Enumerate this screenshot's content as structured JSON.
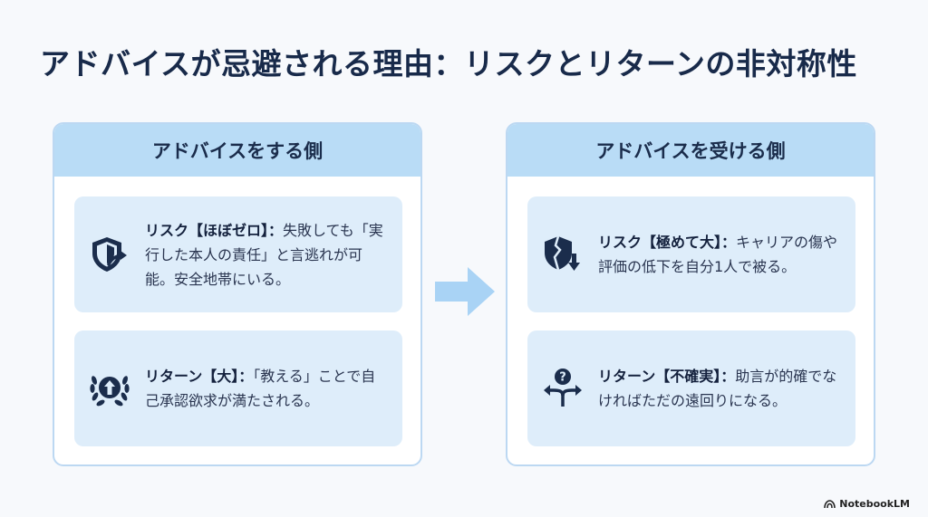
{
  "title": "アドバイスが忌避される理由：リスクとリターンの非対称性",
  "left_panel": {
    "header": "アドバイスをする側",
    "risk": {
      "label": "リスク【ほぼゼロ】",
      "sep": "：",
      "body": "失敗しても「実行した本人の責任」と言逃れが可能。安全地帯にいる。",
      "icon": "shield-arrow-icon"
    },
    "return": {
      "label": "リターン【大】",
      "sep": "：",
      "body": "「教える」ことで自己承認欲求が満たされる。",
      "icon": "laurel-up-arrow-icon"
    }
  },
  "right_panel": {
    "header": "アドバイスを受ける側",
    "risk": {
      "label": "リスク【極めて大】",
      "sep": "：",
      "body": "キャリアの傷や評価の低下を自分1人で被る。",
      "icon": "broken-shield-icon"
    },
    "return": {
      "label": "リターン【不確実】",
      "sep": "：",
      "body": "助言が的確でなければただの遠回りになる。",
      "icon": "question-fork-icon"
    }
  },
  "brand": "NotebookLM",
  "colors": {
    "header": "#b9dcf6",
    "card": "#deedfa",
    "border": "#bcd8f2",
    "icon": "#1b2d4c",
    "arrow": "#a9d3f5"
  }
}
